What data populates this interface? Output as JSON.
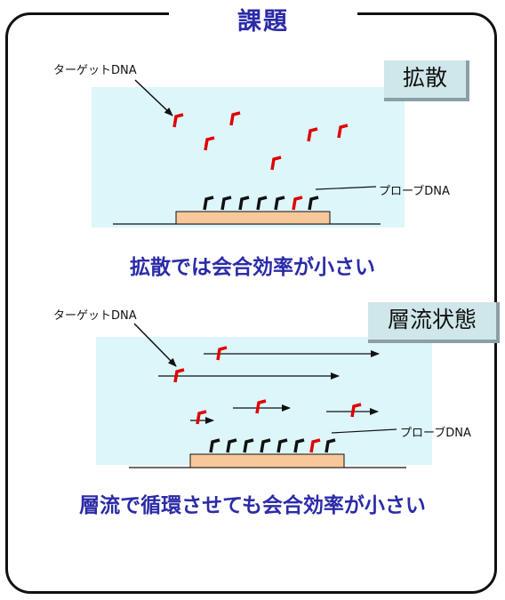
{
  "title": "課題",
  "panel_top": {
    "mode_tag": "拡散",
    "target_label": "ターゲットDNA",
    "probe_label": "プローブDNA",
    "caption": "拡散では会合効率が小さい"
  },
  "panel_bottom": {
    "mode_tag": "層流状態",
    "target_label": "ターゲットDNA",
    "probe_label": "プローブDNA",
    "caption": "層流で循環させても会合効率が小さい"
  },
  "colors": {
    "panel_fill": "#dcf6fa",
    "substrate": "#f8c89a",
    "target_strand": "#e00000",
    "probe_strand": "#111111",
    "caption_text": "#2b2ba8"
  }
}
